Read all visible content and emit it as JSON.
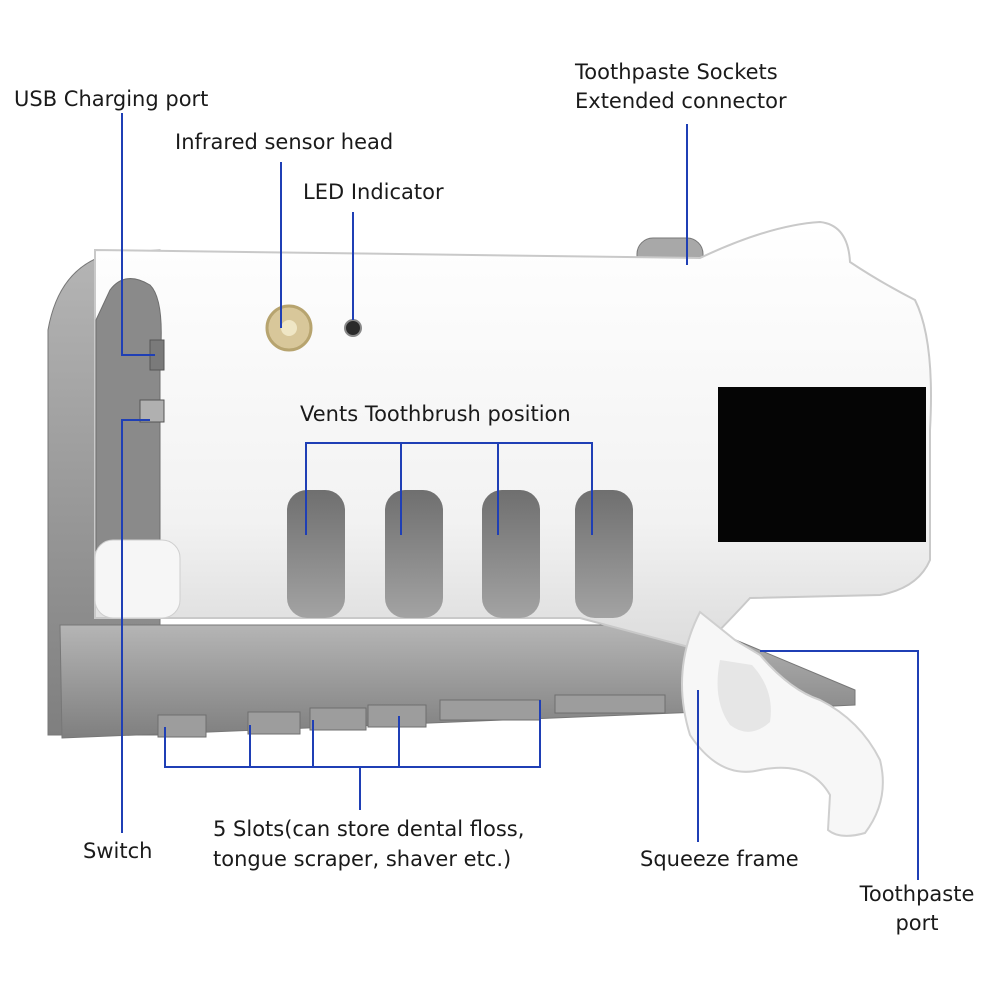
{
  "labels": {
    "usb_port": "USB Charging port",
    "infrared": "Infrared sensor head",
    "led": "LED Indicator",
    "sockets_line1": "Toothpaste Sockets",
    "sockets_line2": "Extended connector",
    "vents": "Vents Toothbrush position",
    "switch": "Switch",
    "slots_line1": "5 Slots(can store dental floss,",
    "slots_line2": "tongue scraper, shaver etc.)",
    "squeeze": "Squeeze frame",
    "port_line1": "Toothpaste",
    "port_line2": "port"
  },
  "colors": {
    "callout_line": "#1f3fb5",
    "body_white": "#f4f4f4",
    "back_plate": "#9b9b9b",
    "screen": "#050505",
    "text": "#1a1a1a"
  }
}
